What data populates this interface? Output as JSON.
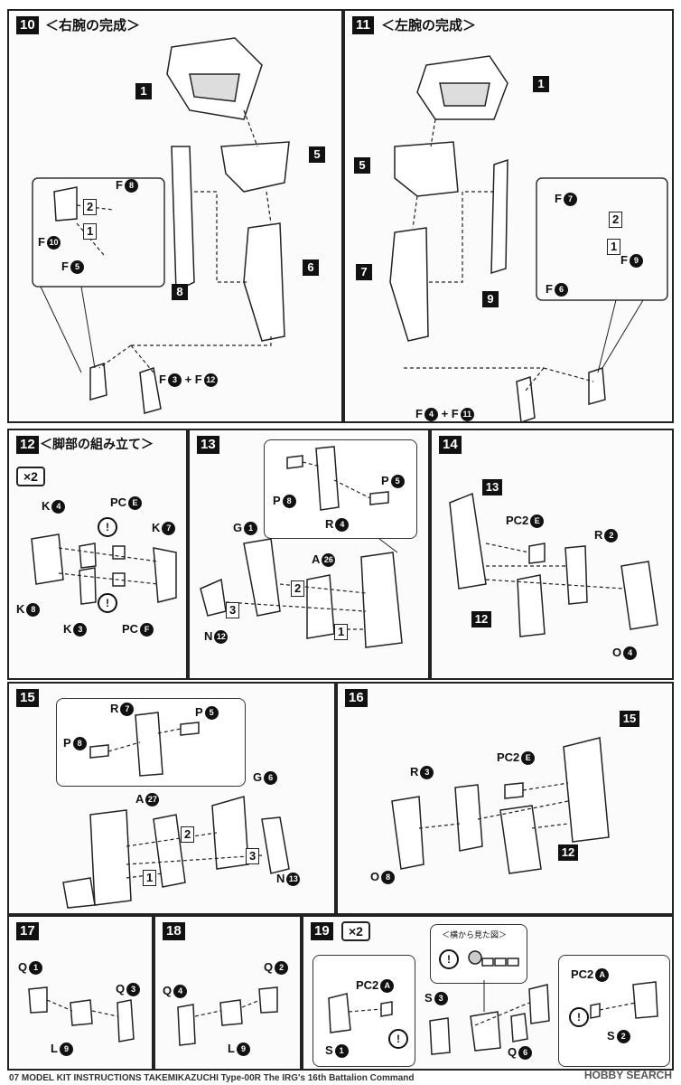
{
  "steps": {
    "s10": {
      "num": "10",
      "title": "＜右腕の完成＞"
    },
    "s11": {
      "num": "11",
      "title": "＜左腕の完成＞"
    },
    "s12": {
      "num": "12",
      "title": "＜脚部の組み立て＞",
      "multiplier": "×2"
    },
    "s13": {
      "num": "13"
    },
    "s14": {
      "num": "14"
    },
    "s15": {
      "num": "15"
    },
    "s16": {
      "num": "16"
    },
    "s17": {
      "num": "17"
    },
    "s18": {
      "num": "18"
    },
    "s19": {
      "num": "19",
      "multiplier": "×2",
      "side_view": "＜横から見た図＞"
    }
  },
  "parts": {
    "s10": {
      "p1": "1",
      "p5": "5",
      "p6": "6",
      "p8": "8",
      "f8": "F",
      "f8n": "8",
      "f10": "F",
      "f10n": "10",
      "f5": "F",
      "f5n": "5",
      "o2": "2",
      "o1": "1",
      "combo": "F",
      "combo_a": "3",
      "plus": "+ F",
      "combo_b": "12"
    },
    "s11": {
      "p1": "1",
      "p5": "5",
      "p7": "7",
      "p9": "9",
      "f7": "F",
      "f7n": "7",
      "f9": "F",
      "f9n": "9",
      "f6": "F",
      "f6n": "6",
      "o2": "2",
      "o1": "1",
      "combo": "F",
      "combo_a": "4",
      "plus": "+ F",
      "combo_b": "11"
    },
    "s12": {
      "k4": "K",
      "k4n": "4",
      "pce": "PC",
      "pcen": "E",
      "k7": "K",
      "k7n": "7",
      "k8": "K",
      "k8n": "8",
      "k3": "K",
      "k3n": "3",
      "pcf": "PC",
      "pcfn": "F"
    },
    "s13": {
      "p8": "P",
      "p8n": "8",
      "p5": "P",
      "p5n": "5",
      "r4": "R",
      "r4n": "4",
      "g1": "G",
      "g1n": "1",
      "a26": "A",
      "a26n": "26",
      "n12": "N",
      "n12n": "12",
      "o1": "1",
      "o2": "2",
      "o3": "3"
    },
    "s14": {
      "b13": "13",
      "pc2e": "PC2",
      "pc2en": "E",
      "r2": "R",
      "r2n": "2",
      "b12": "12",
      "o4": "O",
      "o4n": "4"
    },
    "s15": {
      "r7": "R",
      "r7n": "7",
      "p5": "P",
      "p5n": "5",
      "p8": "P",
      "p8n": "8",
      "a27": "A",
      "a27n": "27",
      "g6": "G",
      "g6n": "6",
      "n13": "N",
      "n13n": "13",
      "o1": "1",
      "o2": "2",
      "o3": "3"
    },
    "s16": {
      "b15": "15",
      "pc2e": "PC2",
      "pc2en": "E",
      "r3": "R",
      "r3n": "3",
      "b12": "12",
      "o8": "O",
      "o8n": "8"
    },
    "s17": {
      "q1": "Q",
      "q1n": "1",
      "q3": "Q",
      "q3n": "3",
      "l9": "L",
      "l9n": "9"
    },
    "s18": {
      "q4": "Q",
      "q4n": "4",
      "q2": "Q",
      "q2n": "2",
      "l9": "L",
      "l9n": "9"
    },
    "s19": {
      "pc2a": "PC2",
      "pc2an": "A",
      "s1": "S",
      "s1n": "1",
      "s3": "S",
      "s3n": "3",
      "q6": "Q",
      "q6n": "6",
      "pc2a_r": "PC2",
      "pc2a_rn": "A",
      "s2": "S",
      "s2n": "2"
    }
  },
  "footer": "07 MODEL KIT INSTRUCTIONS TAKEMIKAZUCHI Type-00R The IRG's 16th Battalion Command",
  "watermark": "HOBBY SEARCH",
  "colors": {
    "ink": "#111111",
    "paper": "#fbfbfb"
  }
}
